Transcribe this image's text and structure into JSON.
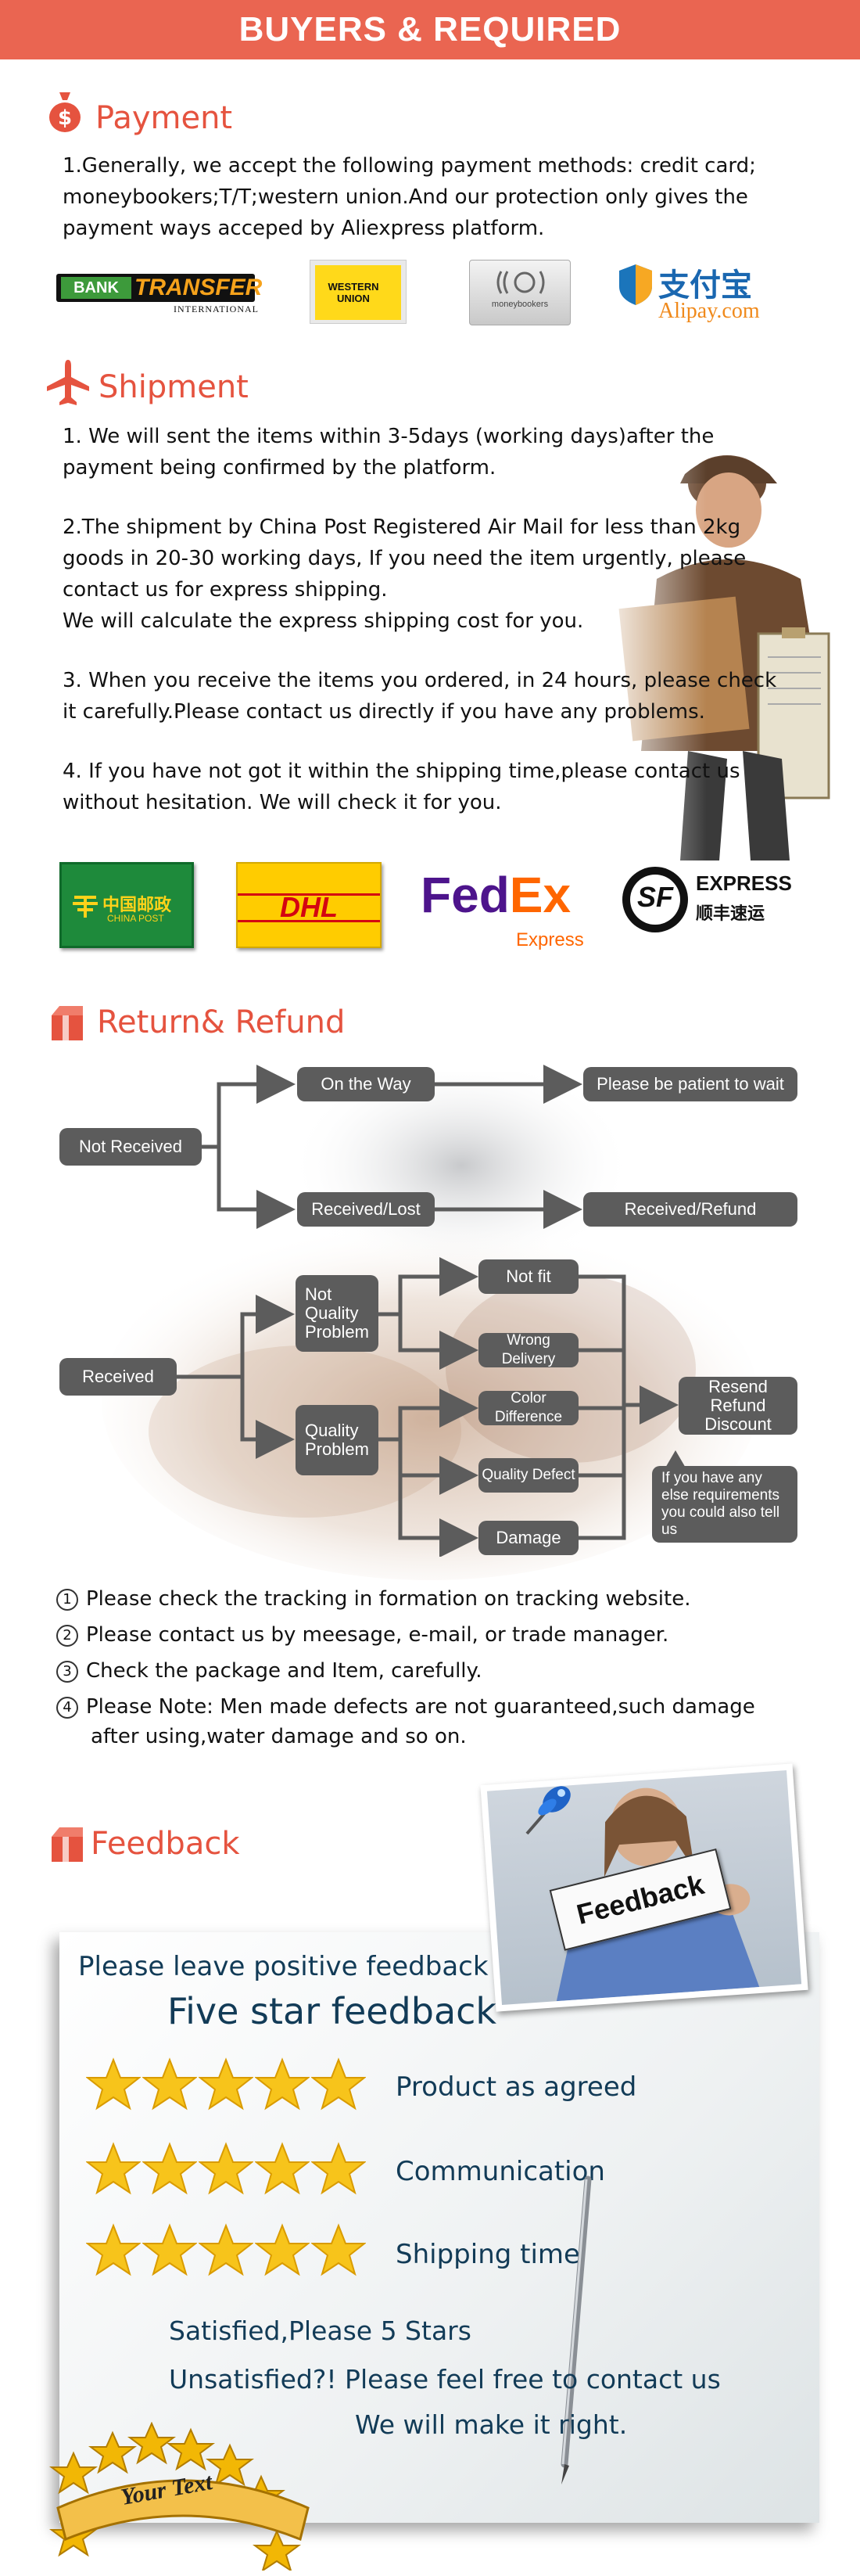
{
  "banner": {
    "title": "BUYERS & REQUIRED"
  },
  "payment": {
    "title": "Payment",
    "lines": [
      "1.Generally, we accept the following payment methods: credit card;",
      "moneybookers;T/T;western union.And our protection only gives the",
      "payment ways acceped by Aliexpress platform."
    ],
    "logos": {
      "bank_a": "BANK",
      "bank_b": "TRANSFER",
      "bank_c": "INTERNATIONAL",
      "western_a": "WESTERN",
      "western_b": "UNION",
      "moneybookers": "moneybookers",
      "alipay_cn": "支付宝",
      "alipay_en": "Alipay.com"
    }
  },
  "shipment": {
    "title": "Shipment",
    "lines": [
      "1. We will sent the items within 3-5days (working days)after the",
      "payment being confirmed by the platform.",
      "",
      "2.The shipment by China Post Registered Air Mail for less than  2kg",
      "goods in 20-30 working days, If  you need the item urgently, please",
      "contact us for express shipping.",
      "We will calculate the express shipping cost for you.",
      "",
      "3. When you receive the items you ordered, in 24 hours, please check",
      " it carefully.Please contact us directly if you have any problems.",
      "",
      "4. If you have not got it within the shipping time,please contact us",
      "without hesitation. We will check it for you."
    ],
    "logos": {
      "chinapost_cn": "中国邮政",
      "chinapost_en": "CHINA POST",
      "dhl": "DHL",
      "fedex_a": "Fed",
      "fedex_b": "Ex",
      "fedex_c": "Express",
      "sf_mark": "SF",
      "sf_en": "EXPRESS",
      "sf_cn": "顺丰速运"
    }
  },
  "refund": {
    "title": "Return& Refund",
    "flow": {
      "not_received": "Not Received",
      "on_the_way": "On the Way",
      "be_patient": "Please be patient to wait",
      "received_lost": "Received/Lost",
      "received_refund": "Received/Refund",
      "received": "Received",
      "not_quality_problem": "Not Quality Problem",
      "quality_problem": "Quality Problem",
      "not_fit": "Not fit",
      "wrong_delivery": "Wrong Delivery",
      "color_difference": "Color Difference",
      "quality_defect": "Quality Defect",
      "damage": "Damage",
      "resend": "Resend Refund Discount",
      "else_requirements": "If you have any else requirements you could also tell us"
    },
    "notes": [
      {
        "num": "1",
        "text": "Please check the tracking in formation on tracking website."
      },
      {
        "num": "2",
        "text": "Please contact us by meesage, e-mail, or trade manager."
      },
      {
        "num": "3",
        "text": "Check the package and Item, carefully."
      },
      {
        "num": "4",
        "text": "Please Note: Men made defects  are not guaranteed,such damage"
      }
    ],
    "note4_cont": "after using,water damage and so on."
  },
  "feedback": {
    "title": "Feedback",
    "sign": "Feedback",
    "leave": "Please leave positive feedback",
    "five_star": "Five star feedback",
    "rows": [
      "Product as agreed",
      "Communication",
      "Shipping time"
    ],
    "star_count": 5,
    "satisfied": "Satisfied,Please 5 Stars",
    "unsatisfied": "Unsatisfied?! Please feel free to contact us",
    "make_right": "We will make it right.",
    "badge": "Your Text"
  },
  "colors": {
    "accent": "#ea6551",
    "flow_box": "#5c5c5c",
    "feedback_text": "#123b57",
    "star": "#f7c41b"
  },
  "icons": [
    "dollar-bag-icon",
    "airplane-icon",
    "box-icon",
    "box-icon",
    "pushpin-icon",
    "star-icon"
  ]
}
